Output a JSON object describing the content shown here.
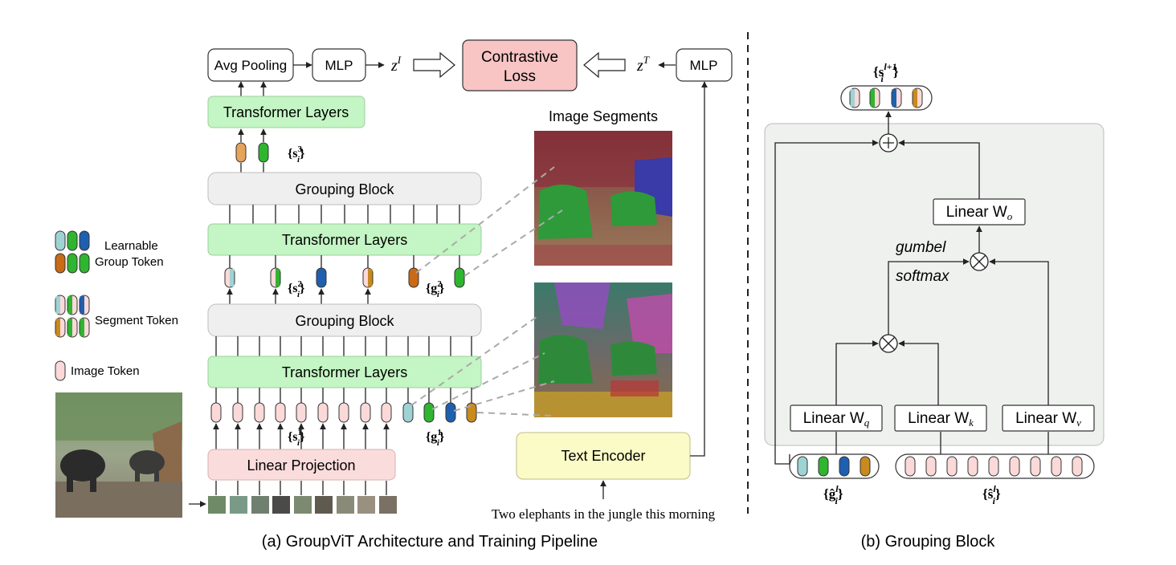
{
  "colors": {
    "transformer": "#c4f5c4",
    "grouping": "#efefef",
    "contrastive": "#f8c4c4",
    "linear_projection": "#fbdcdc",
    "text_encoder": "#fbfbc8",
    "grouping_panel": "#eff1ef",
    "token_teal": "#9fd3d3",
    "token_green": "#2fb52f",
    "token_blue": "#1f5fb0",
    "token_orange": "#c98a1e",
    "token_pink": "#fbd9d9"
  },
  "arch": {
    "avg_pooling": "Avg Pooling",
    "mlp_image": "MLP",
    "z_image": "z",
    "z_image_sup": "I",
    "contrastive_line1": "Contrastive",
    "contrastive_line2": "Loss",
    "z_text": "z",
    "z_text_sup": "T",
    "mlp_text": "MLP",
    "transformer_top": "Transformer Layers",
    "s3": "{s",
    "s3_sup": "3",
    "s3_sub": "i",
    "grouping_upper": "Grouping Block",
    "transformer_mid": "Transformer Layers",
    "s2": "{s",
    "s2_sup": "2",
    "s2_sub": "i",
    "g2": "{g",
    "g2_sup": "2",
    "g2_sub": "i",
    "grouping_lower": "Grouping Block",
    "transformer_low": "Transformer Layers",
    "s1": "{s",
    "s1_sup": "1",
    "s1_sub": "i",
    "g1": "{g",
    "g1_sup": "1",
    "g1_sub": "i",
    "linear_projection": "Linear Projection",
    "image_segments": "Image Segments",
    "text_encoder": "Text Encoder",
    "caption": "Two elephants in the jungle this morning"
  },
  "legend": {
    "learnable_line1": "Learnable",
    "learnable_line2": "Group Token",
    "segment_token": "Segment Token",
    "image_token": "Image Token"
  },
  "grouping_block": {
    "output_label": "{s",
    "output_sup": "l+1",
    "output_sub": "i",
    "linear_o": "Linear W",
    "linear_o_sub": "o",
    "gumbel": "gumbel",
    "softmax": "softmax",
    "linear_q": "Linear W",
    "linear_q_sub": "q",
    "linear_k": "Linear W",
    "linear_k_sub": "k",
    "linear_v": "Linear W",
    "linear_v_sub": "v",
    "g_input": "{ĝ",
    "g_input_sup": "l",
    "g_input_sub": "i",
    "s_input": "{ŝ",
    "s_input_sup": "l",
    "s_input_sub": "i"
  },
  "captions": {
    "a": "(a) GroupViT Architecture and Training Pipeline",
    "b": "(b) Grouping Block"
  }
}
